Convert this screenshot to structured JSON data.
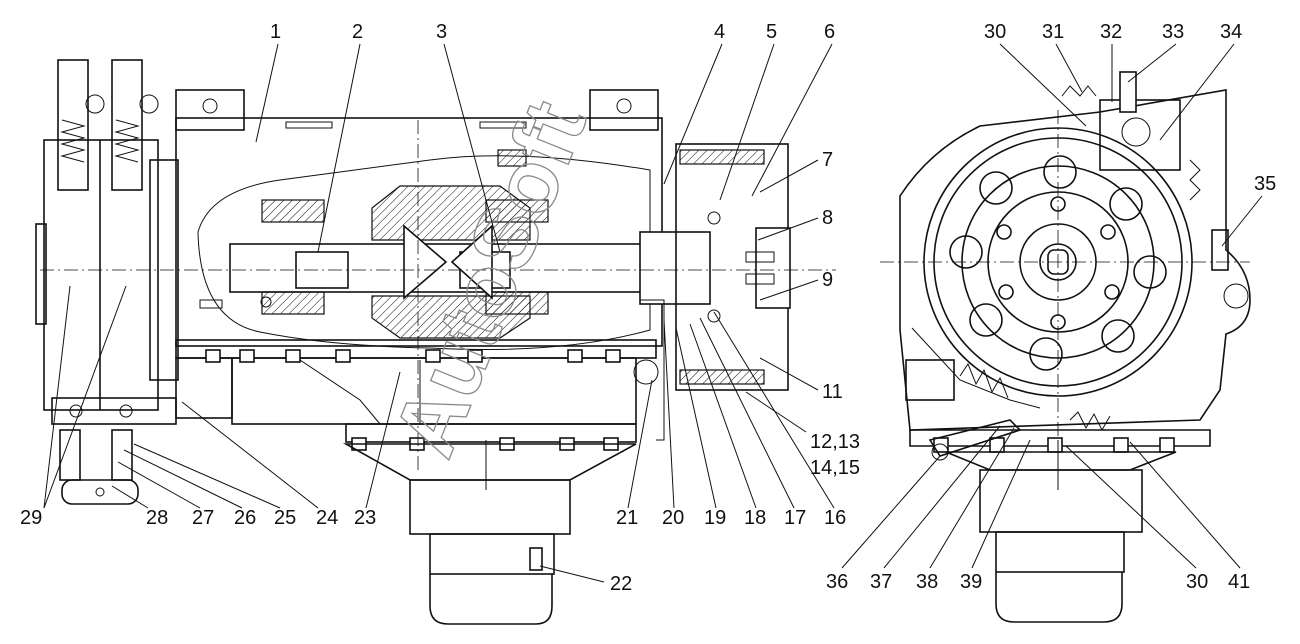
{
  "watermark": "AutoSoft",
  "callouts": {
    "c1": "1",
    "c2": "2",
    "c3": "3",
    "c4": "4",
    "c5": "5",
    "c6": "6",
    "c7": "7",
    "c8": "8",
    "c9": "9",
    "c11": "11",
    "c12": "12,13",
    "c14": "14,15",
    "c16": "16",
    "c17": "17",
    "c18": "18",
    "c19": "19",
    "c20": "20",
    "c21": "21",
    "c22": "22",
    "c23": "23",
    "c24": "24",
    "c25": "25",
    "c26": "26",
    "c27": "27",
    "c28": "28",
    "c29": "29",
    "c30a": "30",
    "c31": "31",
    "c32": "32",
    "c33": "33",
    "c34": "34",
    "c35": "35",
    "c36": "36",
    "c37": "37",
    "c38": "38",
    "c39": "39",
    "c30b": "30",
    "c41": "41"
  }
}
